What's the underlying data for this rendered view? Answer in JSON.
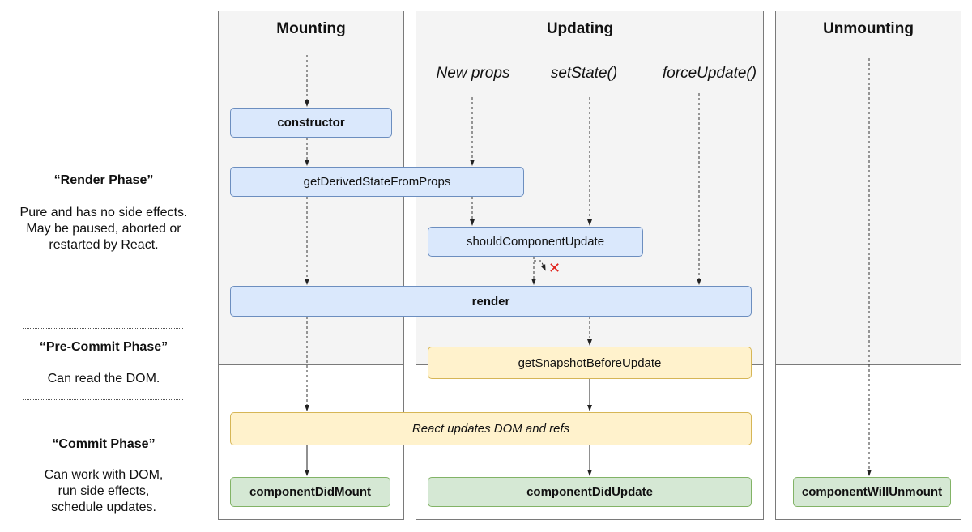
{
  "columns": {
    "mounting": "Mounting",
    "updating": "Updating",
    "unmounting": "Unmounting"
  },
  "triggers": {
    "new_props": "New props",
    "set_state": "setState()",
    "force_update": "forceUpdate()"
  },
  "methods": {
    "constructor": "constructor",
    "get_derived_state": "getDerivedStateFromProps",
    "should_update": "shouldComponentUpdate",
    "render": "render",
    "get_snapshot": "getSnapshotBeforeUpdate",
    "react_updates": "React updates DOM and refs",
    "did_mount": "componentDidMount",
    "did_update": "componentDidUpdate",
    "will_unmount": "componentWillUnmount"
  },
  "phases": {
    "render": {
      "title": "“Render Phase”",
      "desc": [
        "Pure and has no side effects.",
        "May be paused, aborted or",
        "restarted by React."
      ]
    },
    "pre_commit": {
      "title": "“Pre-Commit Phase”",
      "desc": [
        "Can read the DOM."
      ]
    },
    "commit": {
      "title": "“Commit Phase”",
      "desc": [
        "Can work with DOM,",
        "run side effects,",
        "schedule updates."
      ]
    }
  },
  "colors": {
    "render_phase_fill": "#dae8fc",
    "pre_commit_fill": "#fff2cc",
    "commit_fill": "#d5e8d4",
    "skip_marker": "#e0241d"
  },
  "icons": {
    "skip_marker": "✕"
  }
}
